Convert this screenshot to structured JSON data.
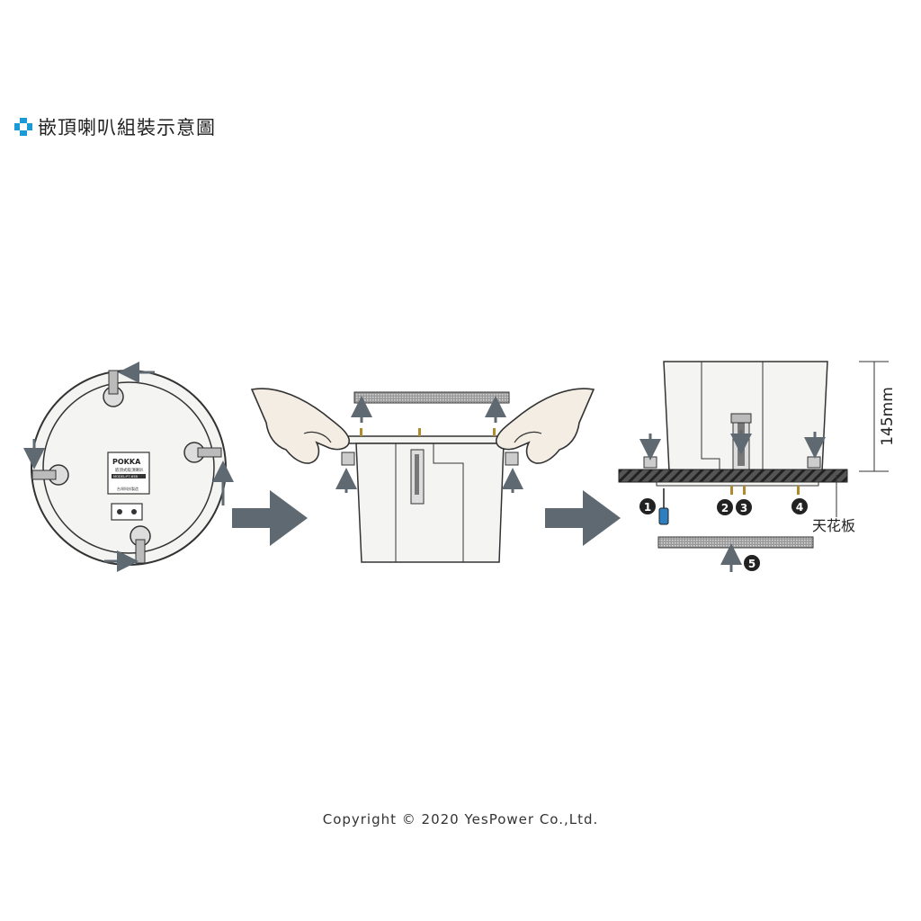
{
  "title": "嵌頂喇叭組裝示意圖",
  "speaker_label": {
    "brand": "POKKA",
    "line1": "嵌頂式吸頂喇叭",
    "model": "MODEL:P7-65B",
    "footer": "台灣科技製造"
  },
  "dimension": "145mm",
  "ceiling_label": "天花板",
  "steps": [
    "1",
    "2",
    "3",
    "4",
    "5"
  ],
  "copyright": "Copyright © 2020 YesPower Co.,Ltd.",
  "colors": {
    "accent_blue": "#1a9ad6",
    "arrow_gray": "#5f6971",
    "outline": "#333333",
    "fill_light": "#f4f4f2"
  }
}
